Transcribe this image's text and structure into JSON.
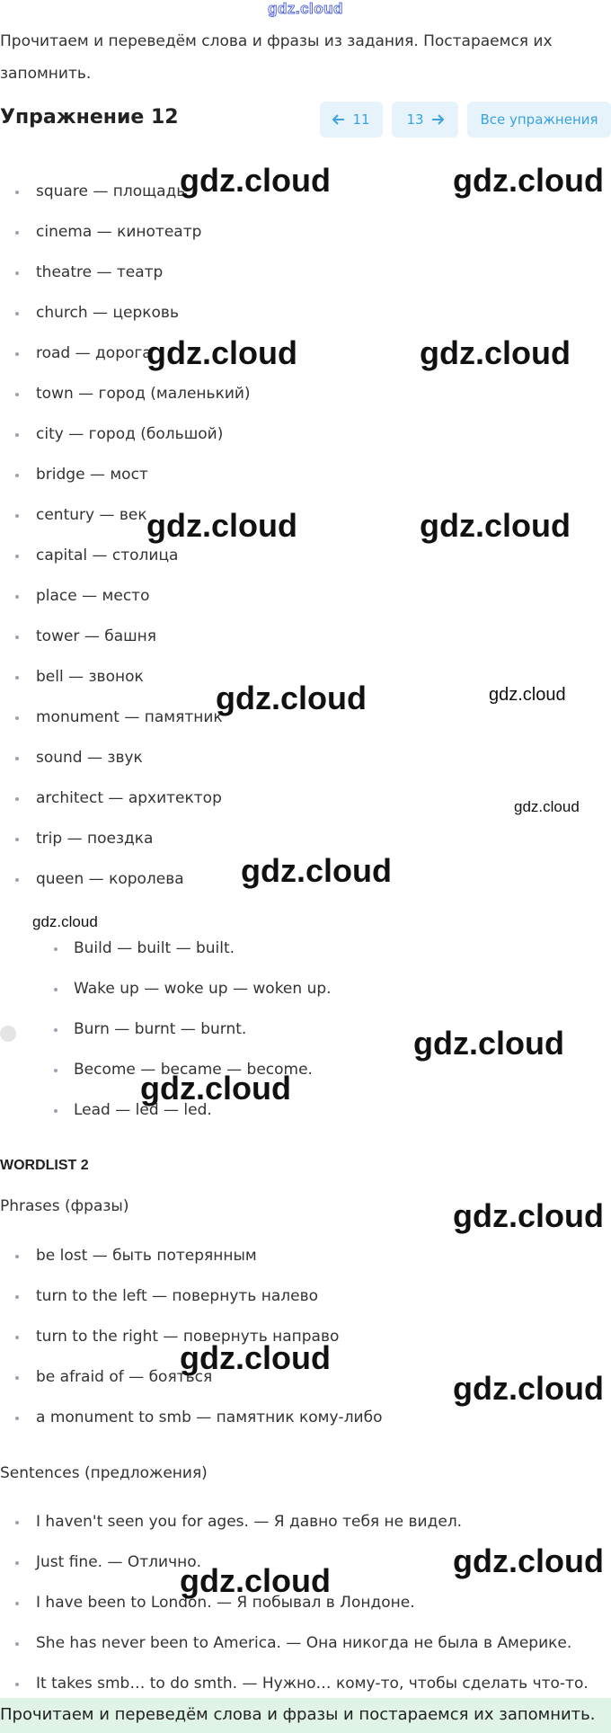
{
  "site_logo": "gdz.cloud",
  "intro_text": "Прочитаем и переведём слова и фразы из задания. Постараемся их запомнить.",
  "header": {
    "title": "Упражнение 12",
    "prev_label": "11",
    "next_label": "13",
    "all_label": "Все упражнения"
  },
  "words": [
    "square — площадь",
    "cinema — кинотеатр",
    "theatre — театр",
    "church — церковь",
    "road — дорога",
    "town — город (маленький)",
    "city — город (большой)",
    "bridge — мост",
    "century — век",
    "capital — столица",
    "place — место",
    "tower — башня",
    "bell — звонок",
    "monument — памятник",
    "sound — звук",
    "architect — архитектор",
    "trip — поездка",
    "queen — королева"
  ],
  "verbs_label": "gdz.cloud",
  "verbs": [
    "Build — built — built.",
    "Wake up — woke up — woken up.",
    "Burn — burnt — burnt.",
    "Become — became — become.",
    "Lead — led — led."
  ],
  "wordlist_heading": "WORDLIST 2",
  "phrases_heading": "Phrases (фразы)",
  "phrases": [
    "be lost — быть потерянным",
    "turn to the left — повернуть налево",
    "turn to the right — повернуть направо",
    "be afraid of — бояться",
    "a monument to smb — памятник кому-либо"
  ],
  "sentences_heading": "Sentences (предложения)",
  "sentences": [
    "I haven't seen you for ages. — Я давно тебя не видел.",
    "Just fine. — Отлично.",
    "I have been to London. — Я побывал в Лондоне.",
    "She has never been to America. — Она никогда не была в Америке.",
    "It takes smb… to do smth. — Нужно… кому-то, чтобы сделать что-то."
  ],
  "answer_text": "Прочитаем и переведём слова и фразы и постараемся их запомнить.",
  "watermark": "gdz.cloud",
  "colors": {
    "accent": "#3aa2e0",
    "nav_bg": "#e6f3fb",
    "answer_bg": "#dff3e6"
  }
}
